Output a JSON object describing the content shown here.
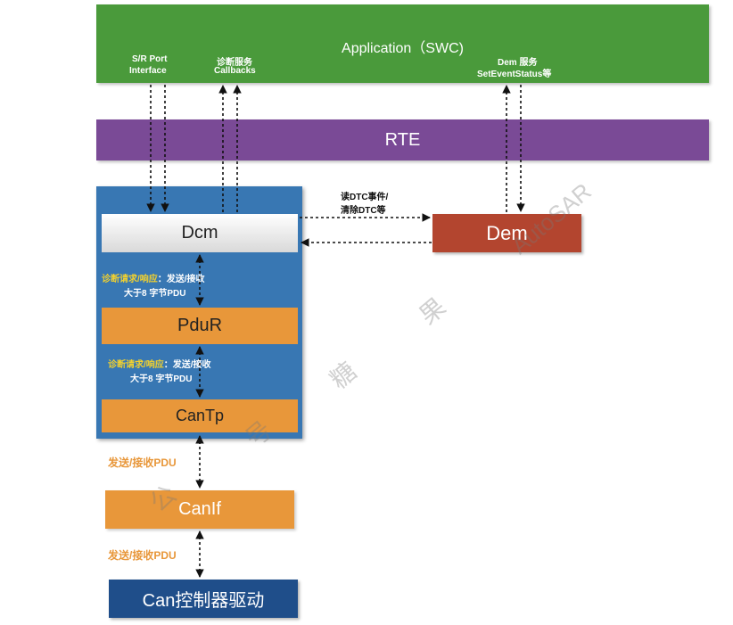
{
  "layers": {
    "application": "Application（SWC)",
    "rte": "RTE"
  },
  "modules": {
    "dcm": "Dcm",
    "pdur": "PduR",
    "cantp": "CanTp",
    "dem": "Dem",
    "canif": "CanIf",
    "can_driver": "Can控制器驱动"
  },
  "interfaces": {
    "sr_port_line1": "S/R Port",
    "sr_port_line2": "Interface",
    "diag_service_line1": "诊断服务",
    "diag_service_line2": "Callbacks",
    "dem_service_line1": "Dem 服务",
    "dem_service_line2": "SetEventStatus等",
    "read_dtc_line1": "读DTC事件/",
    "read_dtc_line2": "清除DTC等"
  },
  "labels": {
    "dcm_pdur_yellow": "诊断请求/响应",
    "dcm_pdur_white": "：发送/接收",
    "dcm_pdur_line2": "大于8 字节PDU",
    "pdur_cantp_yellow": "诊断请求/响应",
    "pdur_cantp_white": "：发送/接收",
    "pdur_cantp_line2": "大于8 字节PDU",
    "cantp_canif": "发送/接收PDU",
    "canif_driver": "发送/接收PDU"
  },
  "watermark": {
    "autosar": "AutoSAR",
    "c1": "果",
    "c2": "糖",
    "c3": "号",
    "c4": "公"
  },
  "colors": {
    "application": "#4a9a3b",
    "rte": "#7a4a96",
    "dcm_container": "#3877b3",
    "orange": "#e8973a",
    "dem": "#b3452f",
    "can_driver": "#1f4e8a",
    "yellow_label": "#f2d12e",
    "orange_label": "#e8973a"
  }
}
